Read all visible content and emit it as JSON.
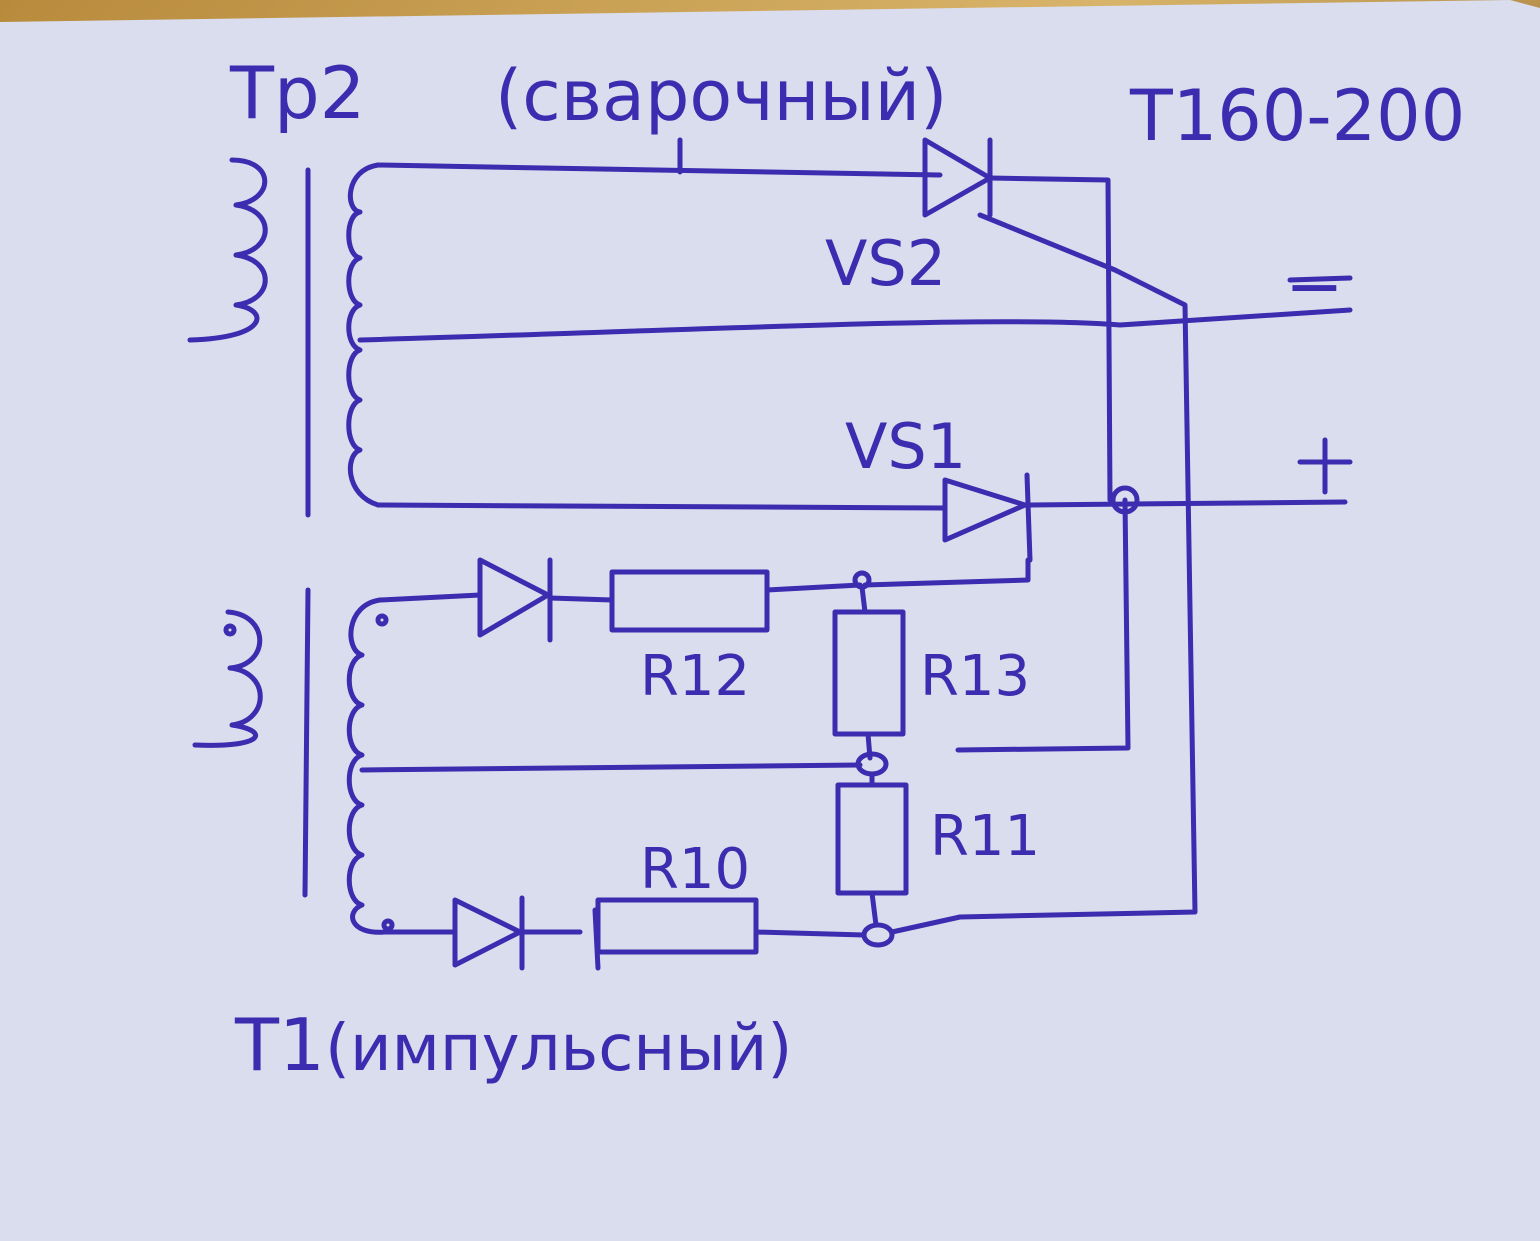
{
  "labels": {
    "tr2": "Tp2",
    "welding": "(сварочный)",
    "model": "T160-200",
    "vs2": "VS2",
    "vs1": "VS1",
    "minus": "−",
    "plus": "+",
    "r12": "R12",
    "r13": "R13",
    "r11": "R11",
    "r10": "R10",
    "t1": "T1",
    "pulse": "(импульсный)"
  },
  "colors": {
    "ink": "#3b2cb0",
    "paper": "#d8dceb",
    "table": "#c8a15a"
  }
}
